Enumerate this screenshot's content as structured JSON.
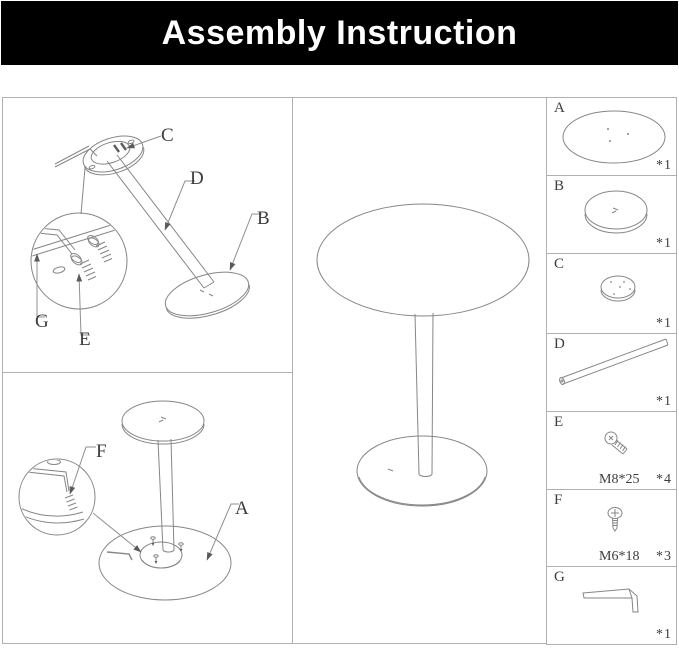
{
  "header": {
    "title": "Assembly Instruction"
  },
  "colors": {
    "banner_bg": "#000000",
    "banner_text": "#ffffff",
    "panel_border": "#b0b0b0",
    "line_art": "#868686",
    "label_text": "#3d3d3d"
  },
  "diagram_panels": {
    "exploded": {
      "labels": {
        "c": "C",
        "d": "D",
        "b": "B",
        "g": "G",
        "e": "E"
      }
    },
    "inverted": {
      "labels": {
        "f": "F",
        "a": "A"
      }
    }
  },
  "parts": {
    "rows": [
      {
        "label": "A",
        "qty": "*1",
        "spec": "",
        "icon": "tabletop-disc-icon"
      },
      {
        "label": "B",
        "qty": "*1",
        "spec": "",
        "icon": "base-plate-disc-icon"
      },
      {
        "label": "C",
        "qty": "*1",
        "spec": "",
        "icon": "mounting-plate-icon"
      },
      {
        "label": "D",
        "qty": "*1",
        "spec": "",
        "icon": "column-pole-icon"
      },
      {
        "label": "E",
        "qty": "*4",
        "spec": "M8*25",
        "icon": "bolt-icon"
      },
      {
        "label": "F",
        "qty": "*3",
        "spec": "M6*18",
        "icon": "screw-icon"
      },
      {
        "label": "G",
        "qty": "*1",
        "spec": "",
        "icon": "allen-key-icon"
      }
    ]
  }
}
